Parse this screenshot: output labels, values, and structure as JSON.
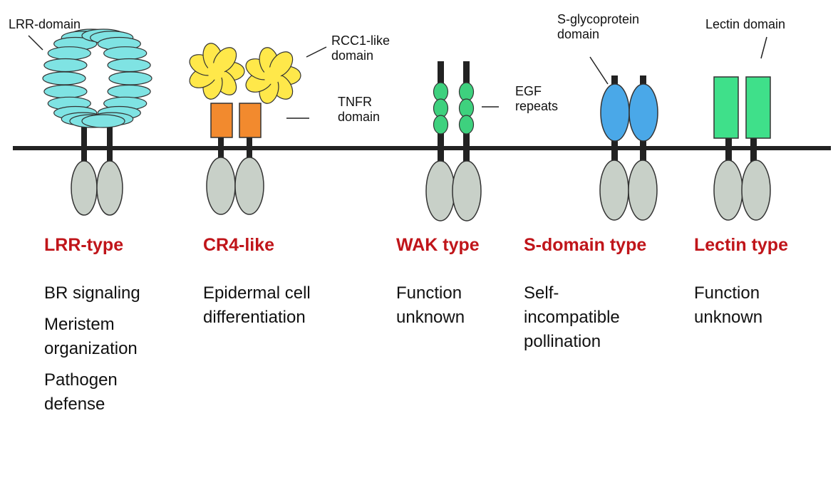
{
  "domain_labels": {
    "lrr": "LRR-domain",
    "rcc1": [
      "RCC1-like",
      "domain"
    ],
    "tnfr": [
      "TNFR",
      "domain"
    ],
    "egf": [
      "EGF",
      "repeats"
    ],
    "sglyco": [
      "S-glycoprotein",
      "domain"
    ],
    "lectin": "Lectin domain"
  },
  "receptor_types": [
    {
      "key": "lrr",
      "name": "LRR-type",
      "functions": [
        "BR signaling",
        "",
        "Meristem",
        "organization",
        "",
        "Pathogen",
        "defense"
      ]
    },
    {
      "key": "cr4",
      "name": "CR4-like",
      "functions": [
        "Epidermal cell",
        "differentiation"
      ]
    },
    {
      "key": "wak",
      "name": "WAK type",
      "functions": [
        "Function",
        "unknown"
      ]
    },
    {
      "key": "sdomain",
      "name": "S-domain type",
      "functions": [
        "Self-",
        "incompatible",
        "pollination"
      ]
    },
    {
      "key": "lectin",
      "name": "Lectin type",
      "functions": [
        "Function",
        "unknown"
      ]
    }
  ],
  "colors": {
    "membrane": "#222222",
    "kinase": "#c8d0c8",
    "lrr": "#7fe3e3",
    "rcc1": "#ffe84a",
    "tnfr": "#f28a2e",
    "egf": "#3ed17e",
    "sglyco": "#4aa8e8",
    "lectin": "#3fe08a",
    "title": "#c0151a"
  }
}
